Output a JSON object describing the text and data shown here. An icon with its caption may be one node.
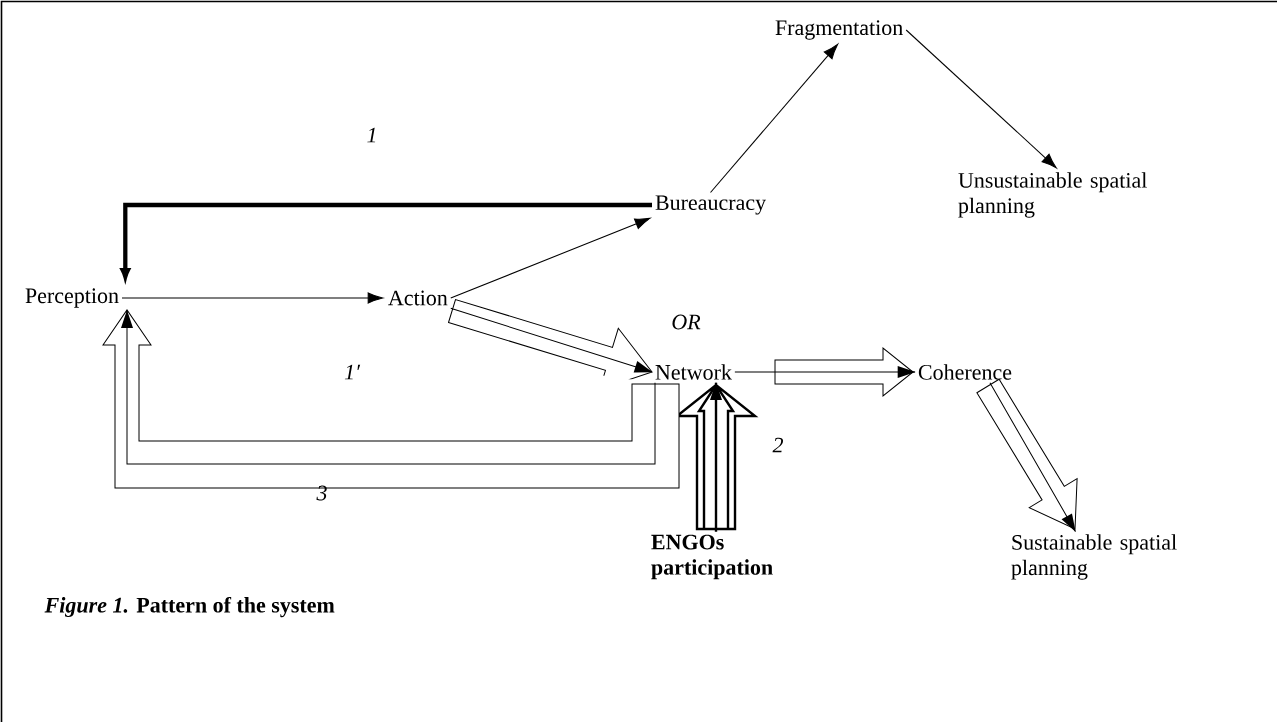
{
  "diagram": {
    "caption": "*Figure 1.* Pattern of the system",
    "nodes": [
      {
        "text": [
          "Perception"
        ]
      },
      {
        "text": [
          "Action"
        ]
      },
      {
        "text": [
          "Bureaucracy"
        ]
      },
      {
        "text": [
          "Fragmentation"
        ]
      },
      {
        "text": [
          "Unsustainable spatial planning"
        ]
      },
      {
        "text": [
          "Network"
        ]
      },
      {
        "text": [
          "Coherence"
        ]
      },
      {
        "text": [
          "Sustainable spatial planning"
        ]
      },
      {
        "text": [
          "ENGOs participation"
        ]
      }
    ],
    "edges": [
      {
        "from": 0,
        "to": 1,
        "arrow": "to"
      },
      {
        "from": 1,
        "to": 2,
        "arrow": "to"
      },
      {
        "from": 2,
        "to": 3,
        "arrow": "to"
      },
      {
        "from": 3,
        "to": 4,
        "arrow": "to"
      },
      {
        "from": 2,
        "to": 0,
        "arrow": "to",
        "style": "thick"
      },
      {
        "from": 1,
        "to": 5,
        "arrow": "to"
      },
      {
        "from": 5,
        "to": 6,
        "arrow": "to"
      },
      {
        "from": 6,
        "to": 7,
        "arrow": "to"
      },
      {
        "from": 8,
        "to": 5,
        "arrow": "to"
      },
      {
        "from": 5,
        "to": 0,
        "arrow": "to"
      }
    ],
    "labels": [
      "1",
      "OR",
      "1′",
      "2",
      "3"
    ]
  }
}
